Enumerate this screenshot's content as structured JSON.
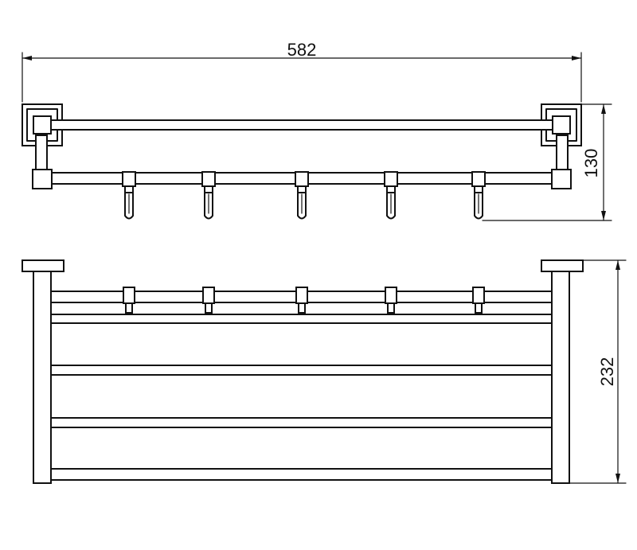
{
  "drawing": {
    "dimensions": {
      "overall_width": "582",
      "top_view_height": "130",
      "front_view_height": "232"
    },
    "hook_count": 5,
    "colors": {
      "line": "#111111",
      "background": "#ffffff"
    }
  }
}
